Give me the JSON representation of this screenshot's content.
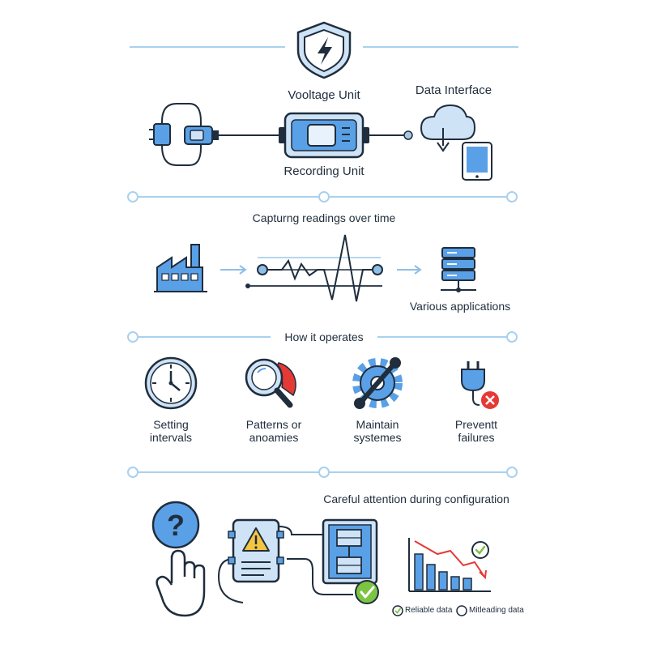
{
  "colors": {
    "line": "#1f2d3d",
    "accent": "#5aa0e6",
    "fill": "#cfe3f7",
    "divider": "#a9d1ee",
    "danger": "#e53935",
    "success": "#7cc443"
  },
  "header": {
    "icon": "shield-lightning-icon"
  },
  "section1": {
    "unit_top_label": "Vooltage Unit",
    "unit_bottom_label": "Recording Unit",
    "data_interface_label": "Data Interface",
    "icons": [
      "connector-cable-icon",
      "recording-device-icon",
      "cloud-download-icon",
      "tablet-icon"
    ]
  },
  "section2": {
    "title": "Capturng readings over time",
    "applications_label": "Various applications",
    "icons": [
      "factory-icon",
      "waveform-icon",
      "server-rack-icon"
    ]
  },
  "section3": {
    "title": "How it operates",
    "items": [
      {
        "icon": "clock-icon",
        "line1": "Setting",
        "line2": "intervals"
      },
      {
        "icon": "magnifier-icon",
        "line1": "Patterns or",
        "line2": "anoamies"
      },
      {
        "icon": "gear-wrench-icon",
        "line1": "Maintain",
        "line2": "systemes"
      },
      {
        "icon": "plug-error-icon",
        "line1": "Preventt",
        "line2": "failures"
      }
    ]
  },
  "section4": {
    "title": "Careful attention during configuration",
    "legend": {
      "reliable": "Reliable data",
      "misleading": "Mitleading data"
    },
    "icons": [
      "question-hand-icon",
      "warning-panel-icon",
      "control-panel-icon",
      "bar-chart-icon"
    ]
  }
}
